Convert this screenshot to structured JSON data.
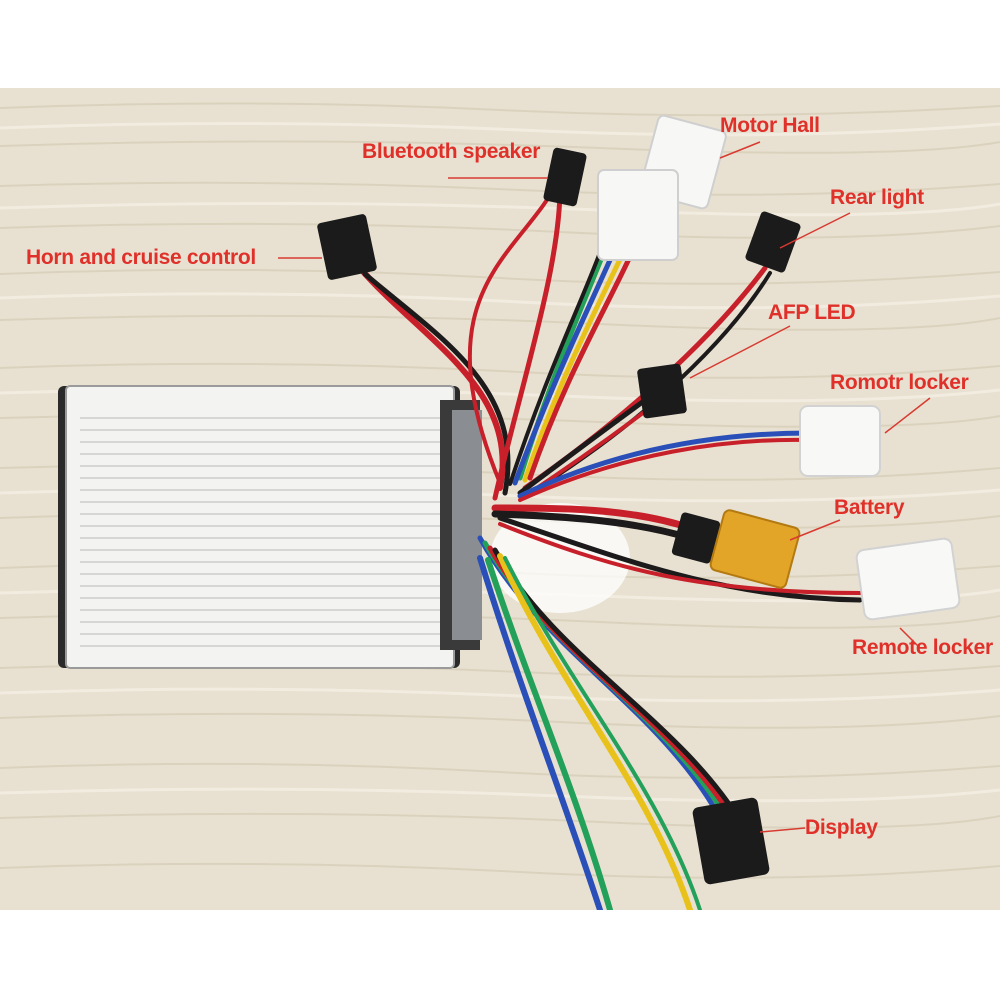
{
  "labels": {
    "horn_cruise": "Horn and cruise control",
    "bluetooth_speaker": "Bluetooth speaker",
    "motor_hall": "Motor Hall",
    "rear_light": "Rear light",
    "afp_led": "AFP LED",
    "remote_locker_1": "Romotr locker",
    "battery": "Battery",
    "remote_locker_2": "Remote locker",
    "display": "Display"
  },
  "colors": {
    "label_text": "#e0302a",
    "leader_line": "#d83a30",
    "background": "#e9e2d2",
    "controller_body": "#f2f2f0",
    "wire_red": "#c8202a",
    "wire_black": "#1c1a1a",
    "wire_green": "#23a05a",
    "wire_blue": "#2a4fb8",
    "wire_yellow": "#e8c21a",
    "battery_connector": "#e3a527"
  },
  "icons": {
    "controller": "ebike-controller-icon",
    "connector": "connector-plug-icon"
  }
}
